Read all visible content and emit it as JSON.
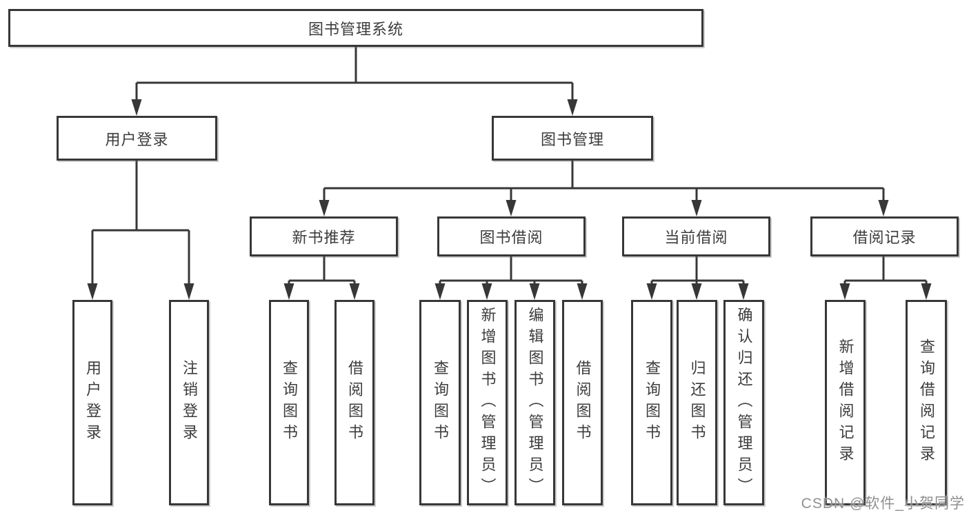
{
  "tree": {
    "label": "图书管理系统",
    "children": [
      {
        "label": "用户登录",
        "children": [
          {
            "label": "用户登录"
          },
          {
            "label": "注销登录"
          }
        ]
      },
      {
        "label": "图书管理",
        "children": [
          {
            "label": "新书推荐",
            "children": [
              {
                "label": "查询图书"
              },
              {
                "label": "借阅图书"
              }
            ]
          },
          {
            "label": "图书借阅",
            "children": [
              {
                "label": "查询图书"
              },
              {
                "label": "新增图书（管理员）"
              },
              {
                "label": "编辑图书（管理员）"
              },
              {
                "label": "借阅图书"
              }
            ]
          },
          {
            "label": "当前借阅",
            "children": [
              {
                "label": "查询图书"
              },
              {
                "label": "归还图书"
              },
              {
                "label": "确认归还（管理员）"
              }
            ]
          },
          {
            "label": "借阅记录",
            "children": [
              {
                "label": "新增借阅记录"
              },
              {
                "label": "查询借阅记录"
              }
            ]
          }
        ]
      }
    ]
  },
  "watermark": {
    "text": "CSDN @软件_小贺同学"
  },
  "colors": {
    "line": "#373737",
    "text": "#3c3c3c",
    "background": "#ffffff",
    "watermark": "#8f8f8f"
  }
}
